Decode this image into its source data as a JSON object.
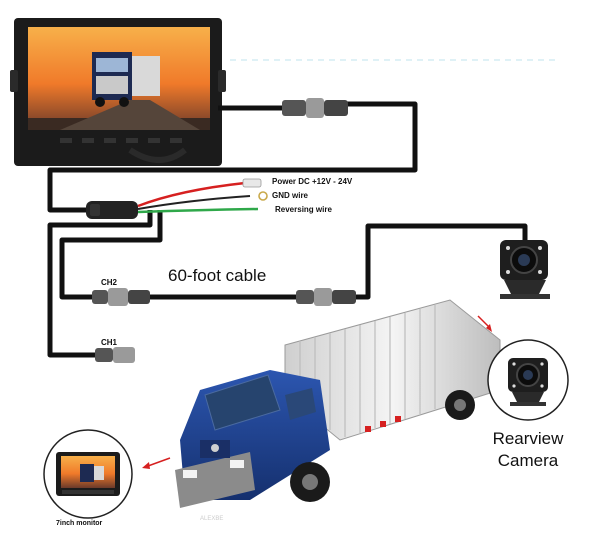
{
  "labels": {
    "power": "Power DC +12V - 24V",
    "gnd": "GND wire",
    "reversing": "Reversing wire",
    "cable": "60-foot cable",
    "ch2": "CH2",
    "ch1": "CH1",
    "rearview": "Rearview",
    "camera": "Camera",
    "monitor": "7inch monitor"
  },
  "truck": {
    "brand": "ALEXBE"
  },
  "colors": {
    "cable": "#111111",
    "power_wire": "#d62020",
    "reversing_wire": "#2fa84a",
    "truck_cab": "#1f3f8f",
    "box": "#e8e8e8",
    "arrow": "#d62020"
  }
}
